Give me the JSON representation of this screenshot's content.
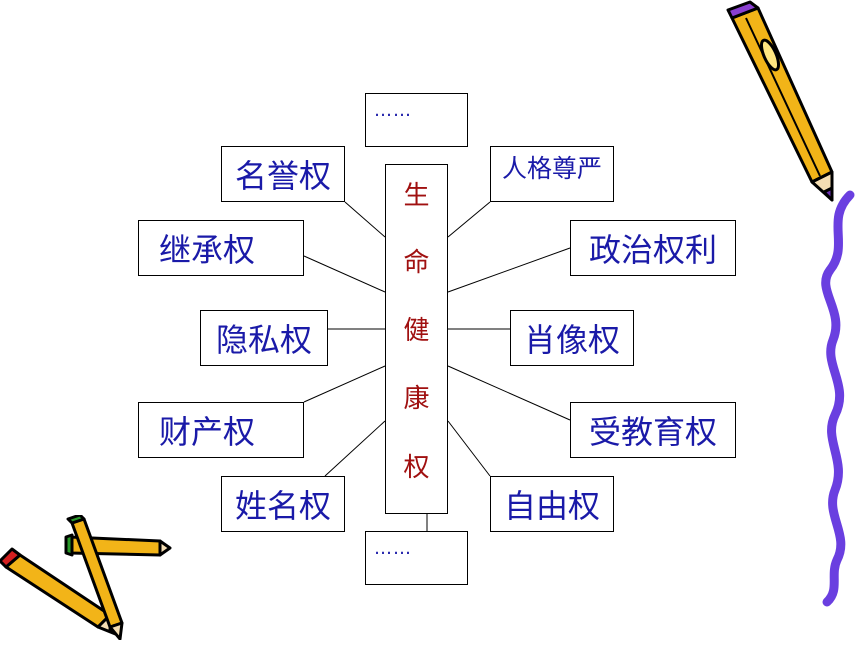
{
  "center": {
    "chars": [
      "生",
      "命",
      "健",
      "康",
      "权"
    ]
  },
  "top_box": {
    "label": "……"
  },
  "bottom_box": {
    "label": "……"
  },
  "left_boxes": [
    "名誉权",
    "继承权",
    "隐私权",
    "财产权",
    "姓名权"
  ],
  "right_boxes": [
    "人格尊严",
    "政治权利",
    "肖像权",
    "受教育权",
    "自由权"
  ],
  "colors": {
    "text": "#1a1aa8",
    "center_text": "#a01010",
    "line": "#000000"
  }
}
